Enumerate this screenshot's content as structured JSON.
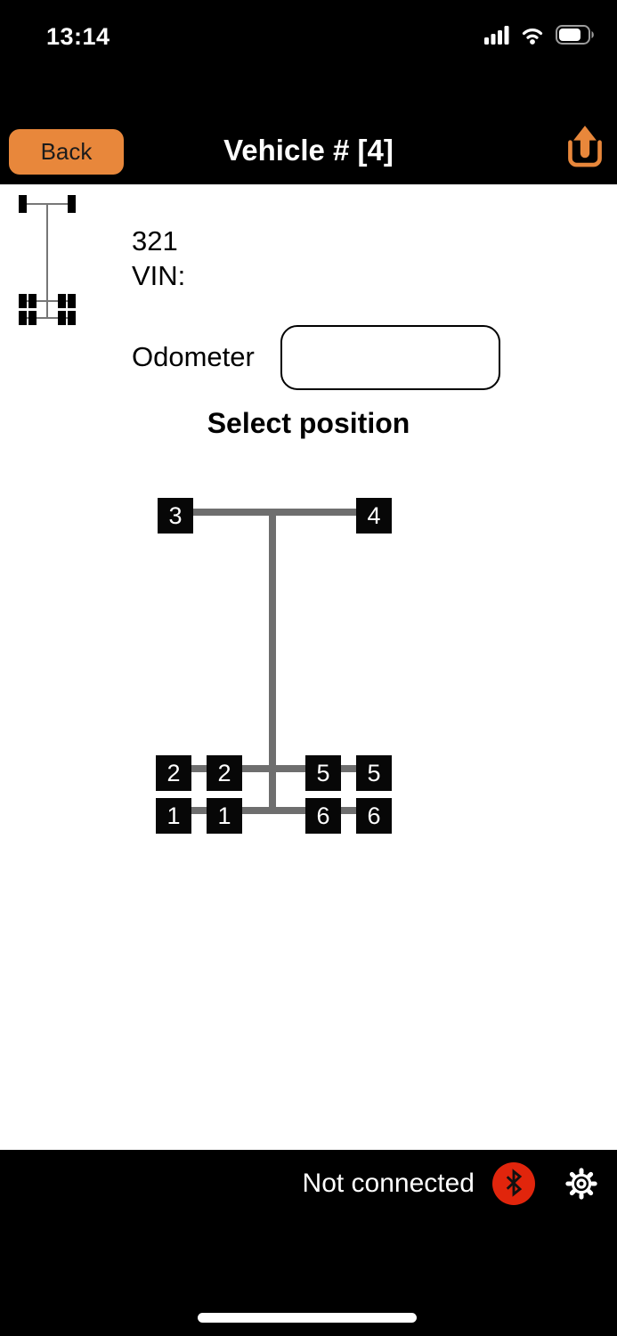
{
  "status_bar": {
    "time": "13:14",
    "icons": [
      "cellular-signal-icon",
      "wifi-icon",
      "battery-icon"
    ]
  },
  "header": {
    "back_button": "Back",
    "title": "Vehicle # [4]",
    "action_icon": "upload-icon"
  },
  "vehicle": {
    "number": "321",
    "vin_label": "VIN:"
  },
  "odometer": {
    "label": "Odometer",
    "value": ""
  },
  "select_position": {
    "heading": "Select position"
  },
  "diagram": {
    "front_left": "3",
    "front_right": "4",
    "mid_outer_left": "2",
    "mid_inner_left": "2",
    "mid_inner_right": "5",
    "mid_outer_right": "5",
    "rear_outer_left": "1",
    "rear_inner_left": "1",
    "rear_inner_right": "6",
    "rear_outer_right": "6"
  },
  "footer": {
    "status": "Not connected",
    "icons": [
      "bluetooth-icon",
      "settings-gear-icon"
    ]
  },
  "colors": {
    "accent_orange": "#E8873B",
    "chassis_gray": "#6E6E6E",
    "bluetooth_red": "#E1250C"
  }
}
